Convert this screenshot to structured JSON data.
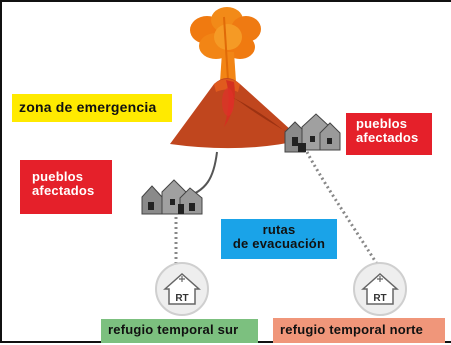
{
  "labels": {
    "zona": "zona de emergencia",
    "pueblos_left_line1": "pueblos",
    "pueblos_left_line2": "afectados",
    "pueblos_right_line1": "pueblos",
    "pueblos_right_line2": "afectados",
    "rutas_line1": "rutas",
    "rutas_line2": "de evacuación",
    "refugio_sur": "refugio temporal sur",
    "refugio_norte": "refugio temporal norte",
    "shelter_left": "RT",
    "shelter_right": "RT"
  },
  "colors": {
    "zona": "#ffea00",
    "pueblos": "#e5202a",
    "rutas": "#1aa3e8",
    "sur": "#7cc07f",
    "norte": "#f0967a",
    "volcano": "#c0461e",
    "plume": "#f07a10"
  }
}
